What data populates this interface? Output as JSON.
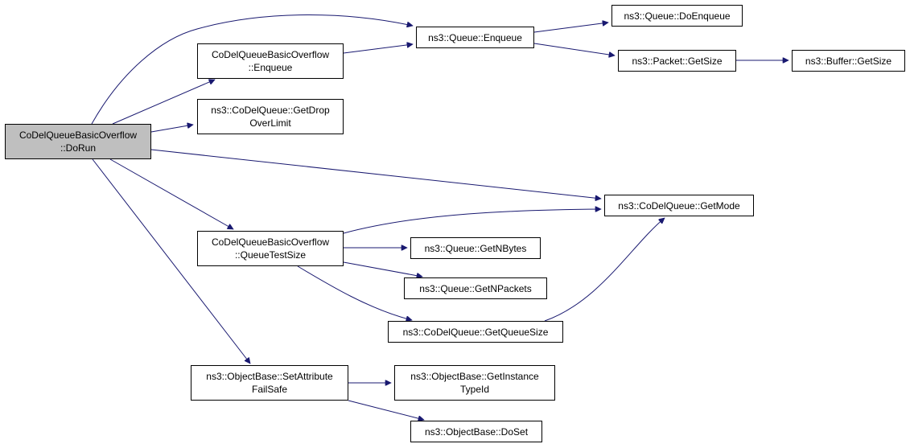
{
  "graph": {
    "type": "call-graph",
    "colors": {
      "edge": "#191970",
      "root_fill": "#bfbfbf",
      "node_fill": "#ffffff",
      "node_border": "#000000"
    },
    "nodes": [
      {
        "id": "dorun",
        "lines": [
          "CoDelQueueBasicOverflow",
          "::DoRun"
        ],
        "root": true
      },
      {
        "id": "overflow-enqueue",
        "lines": [
          "CoDelQueueBasicOverflow",
          "::Enqueue"
        ]
      },
      {
        "id": "get-drop-over-limit",
        "lines": [
          "ns3::CoDelQueue::GetDrop",
          "OverLimit"
        ]
      },
      {
        "id": "queue-test-size",
        "lines": [
          "CoDelQueueBasicOverflow",
          "::QueueTestSize"
        ]
      },
      {
        "id": "set-attribute-fail-safe",
        "lines": [
          "ns3::ObjectBase::SetAttribute",
          "FailSafe"
        ]
      },
      {
        "id": "queue-enqueue",
        "lines": [
          "ns3::Queue::Enqueue"
        ]
      },
      {
        "id": "queue-do-enqueue",
        "lines": [
          "ns3::Queue::DoEnqueue"
        ]
      },
      {
        "id": "packet-get-size",
        "lines": [
          "ns3::Packet::GetSize"
        ]
      },
      {
        "id": "buffer-get-size",
        "lines": [
          "ns3::Buffer::GetSize"
        ]
      },
      {
        "id": "codel-get-mode",
        "lines": [
          "ns3::CoDelQueue::GetMode"
        ]
      },
      {
        "id": "queue-get-nbytes",
        "lines": [
          "ns3::Queue::GetNBytes"
        ]
      },
      {
        "id": "queue-get-npackets",
        "lines": [
          "ns3::Queue::GetNPackets"
        ]
      },
      {
        "id": "codel-get-queue-size",
        "lines": [
          "ns3::CoDelQueue::GetQueueSize"
        ]
      },
      {
        "id": "get-instance-typeid",
        "lines": [
          "ns3::ObjectBase::GetInstance",
          "TypeId"
        ]
      },
      {
        "id": "object-base-do-set",
        "lines": [
          "ns3::ObjectBase::DoSet"
        ]
      }
    ],
    "edges": [
      {
        "from": "dorun",
        "to": "queue-enqueue"
      },
      {
        "from": "dorun",
        "to": "overflow-enqueue"
      },
      {
        "from": "dorun",
        "to": "get-drop-over-limit"
      },
      {
        "from": "dorun",
        "to": "codel-get-mode"
      },
      {
        "from": "dorun",
        "to": "queue-test-size"
      },
      {
        "from": "dorun",
        "to": "set-attribute-fail-safe"
      },
      {
        "from": "overflow-enqueue",
        "to": "queue-enqueue"
      },
      {
        "from": "queue-enqueue",
        "to": "queue-do-enqueue"
      },
      {
        "from": "queue-enqueue",
        "to": "packet-get-size"
      },
      {
        "from": "packet-get-size",
        "to": "buffer-get-size"
      },
      {
        "from": "queue-test-size",
        "to": "codel-get-mode"
      },
      {
        "from": "queue-test-size",
        "to": "queue-get-nbytes"
      },
      {
        "from": "queue-test-size",
        "to": "queue-get-npackets"
      },
      {
        "from": "queue-test-size",
        "to": "codel-get-queue-size"
      },
      {
        "from": "codel-get-queue-size",
        "to": "codel-get-mode"
      },
      {
        "from": "set-attribute-fail-safe",
        "to": "get-instance-typeid"
      },
      {
        "from": "set-attribute-fail-safe",
        "to": "object-base-do-set"
      }
    ]
  }
}
